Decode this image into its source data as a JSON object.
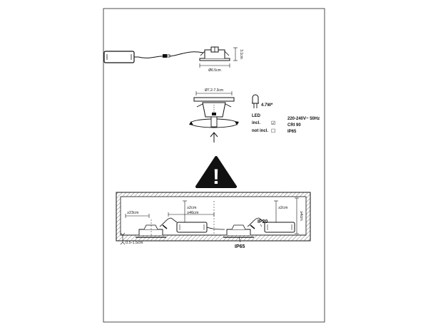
{
  "fixture": {
    "diameter": "Ø6.5cm",
    "height": "3.1cm",
    "cutout": "Ø7.2-7.3cm"
  },
  "specs": {
    "power": "4.7W*",
    "led_label": "LED",
    "incl_label": "incl.",
    "not_incl_label": "not incl.",
    "incl_mark": "☑",
    "not_incl_mark": "☐",
    "voltage": "220-240V~ 50Hz",
    "cri": "CRI 90",
    "ip_rating": "IP65"
  },
  "warning": {
    "symbol": "!"
  },
  "installation": {
    "min_ceiling_gap": "≥23cm",
    "min_side_gap_1": "≥2cm",
    "min_spacing": "≥46cm",
    "min_side_gap_2": "≥2cm",
    "depth": "≥4cm",
    "ceiling_thickness": "0.5-1.5cm",
    "ip20": "IP20",
    "ip65": "IP65"
  }
}
